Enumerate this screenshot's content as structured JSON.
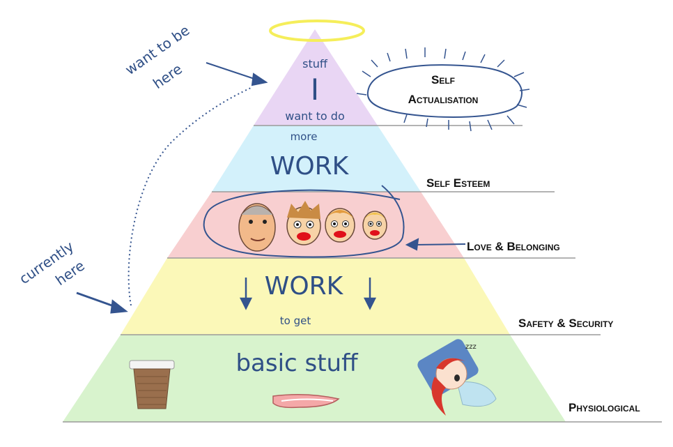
{
  "colors": {
    "physiological": "#d8f3cd",
    "safety": "#fbf8b8",
    "love": "#f8cfd0",
    "esteem": "#d3f1fb",
    "actualisation": "#e9d6f4",
    "ink": "#34548f",
    "halo": "#f5ee5a"
  },
  "pyramid": {
    "top": {
      "line1": "stuff",
      "line2": "I",
      "line3": "want to do"
    },
    "esteem": {
      "line1": "more",
      "line2": "WORK"
    },
    "safety": {
      "line1": "WORK",
      "line2": "to get"
    },
    "physiological": {
      "line1": "basic stuff"
    }
  },
  "labels": {
    "self_actualisation_1": "Self",
    "self_actualisation_2": "Actualisation",
    "self_esteem": "Self Esteem",
    "love_belonging": "Love & Belonging",
    "safety_security": "Safety & Security",
    "physiological": "Physiological"
  },
  "annotations": {
    "want_1": "want to be",
    "want_2": "here",
    "currently_1": "currently",
    "currently_2": "here"
  },
  "icons": [
    "coffee-cup-icon",
    "bacon-icon",
    "sleeping-person-icon",
    "face-icon",
    "halo-icon"
  ]
}
